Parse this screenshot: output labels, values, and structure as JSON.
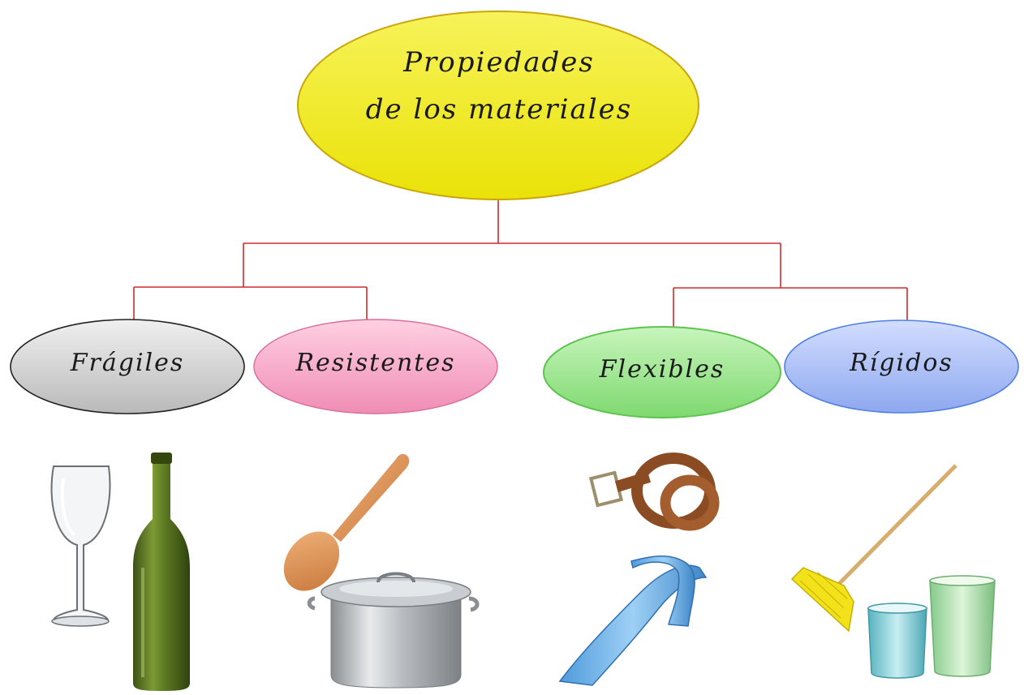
{
  "root": {
    "line1": "Propiedades",
    "line2": "de los materiales",
    "color": "#f2ee1f"
  },
  "categories": [
    {
      "id": "fragiles",
      "label": "Frágiles",
      "color": "#d7d7d7",
      "examples": [
        "wine-glass",
        "wine-bottle"
      ]
    },
    {
      "id": "resistentes",
      "label": "Resistentes",
      "color": "#f7a7c6",
      "examples": [
        "wooden-spoon",
        "cooking-pot"
      ]
    },
    {
      "id": "flexibles",
      "label": "Flexibles",
      "color": "#9be38f",
      "examples": [
        "leather-belt",
        "flexible-ruler"
      ]
    },
    {
      "id": "rigidos",
      "label": "Rígidos",
      "color": "#a9bdf5",
      "examples": [
        "broom",
        "drinking-glasses"
      ]
    }
  ],
  "connector_color": "#d12b2b"
}
